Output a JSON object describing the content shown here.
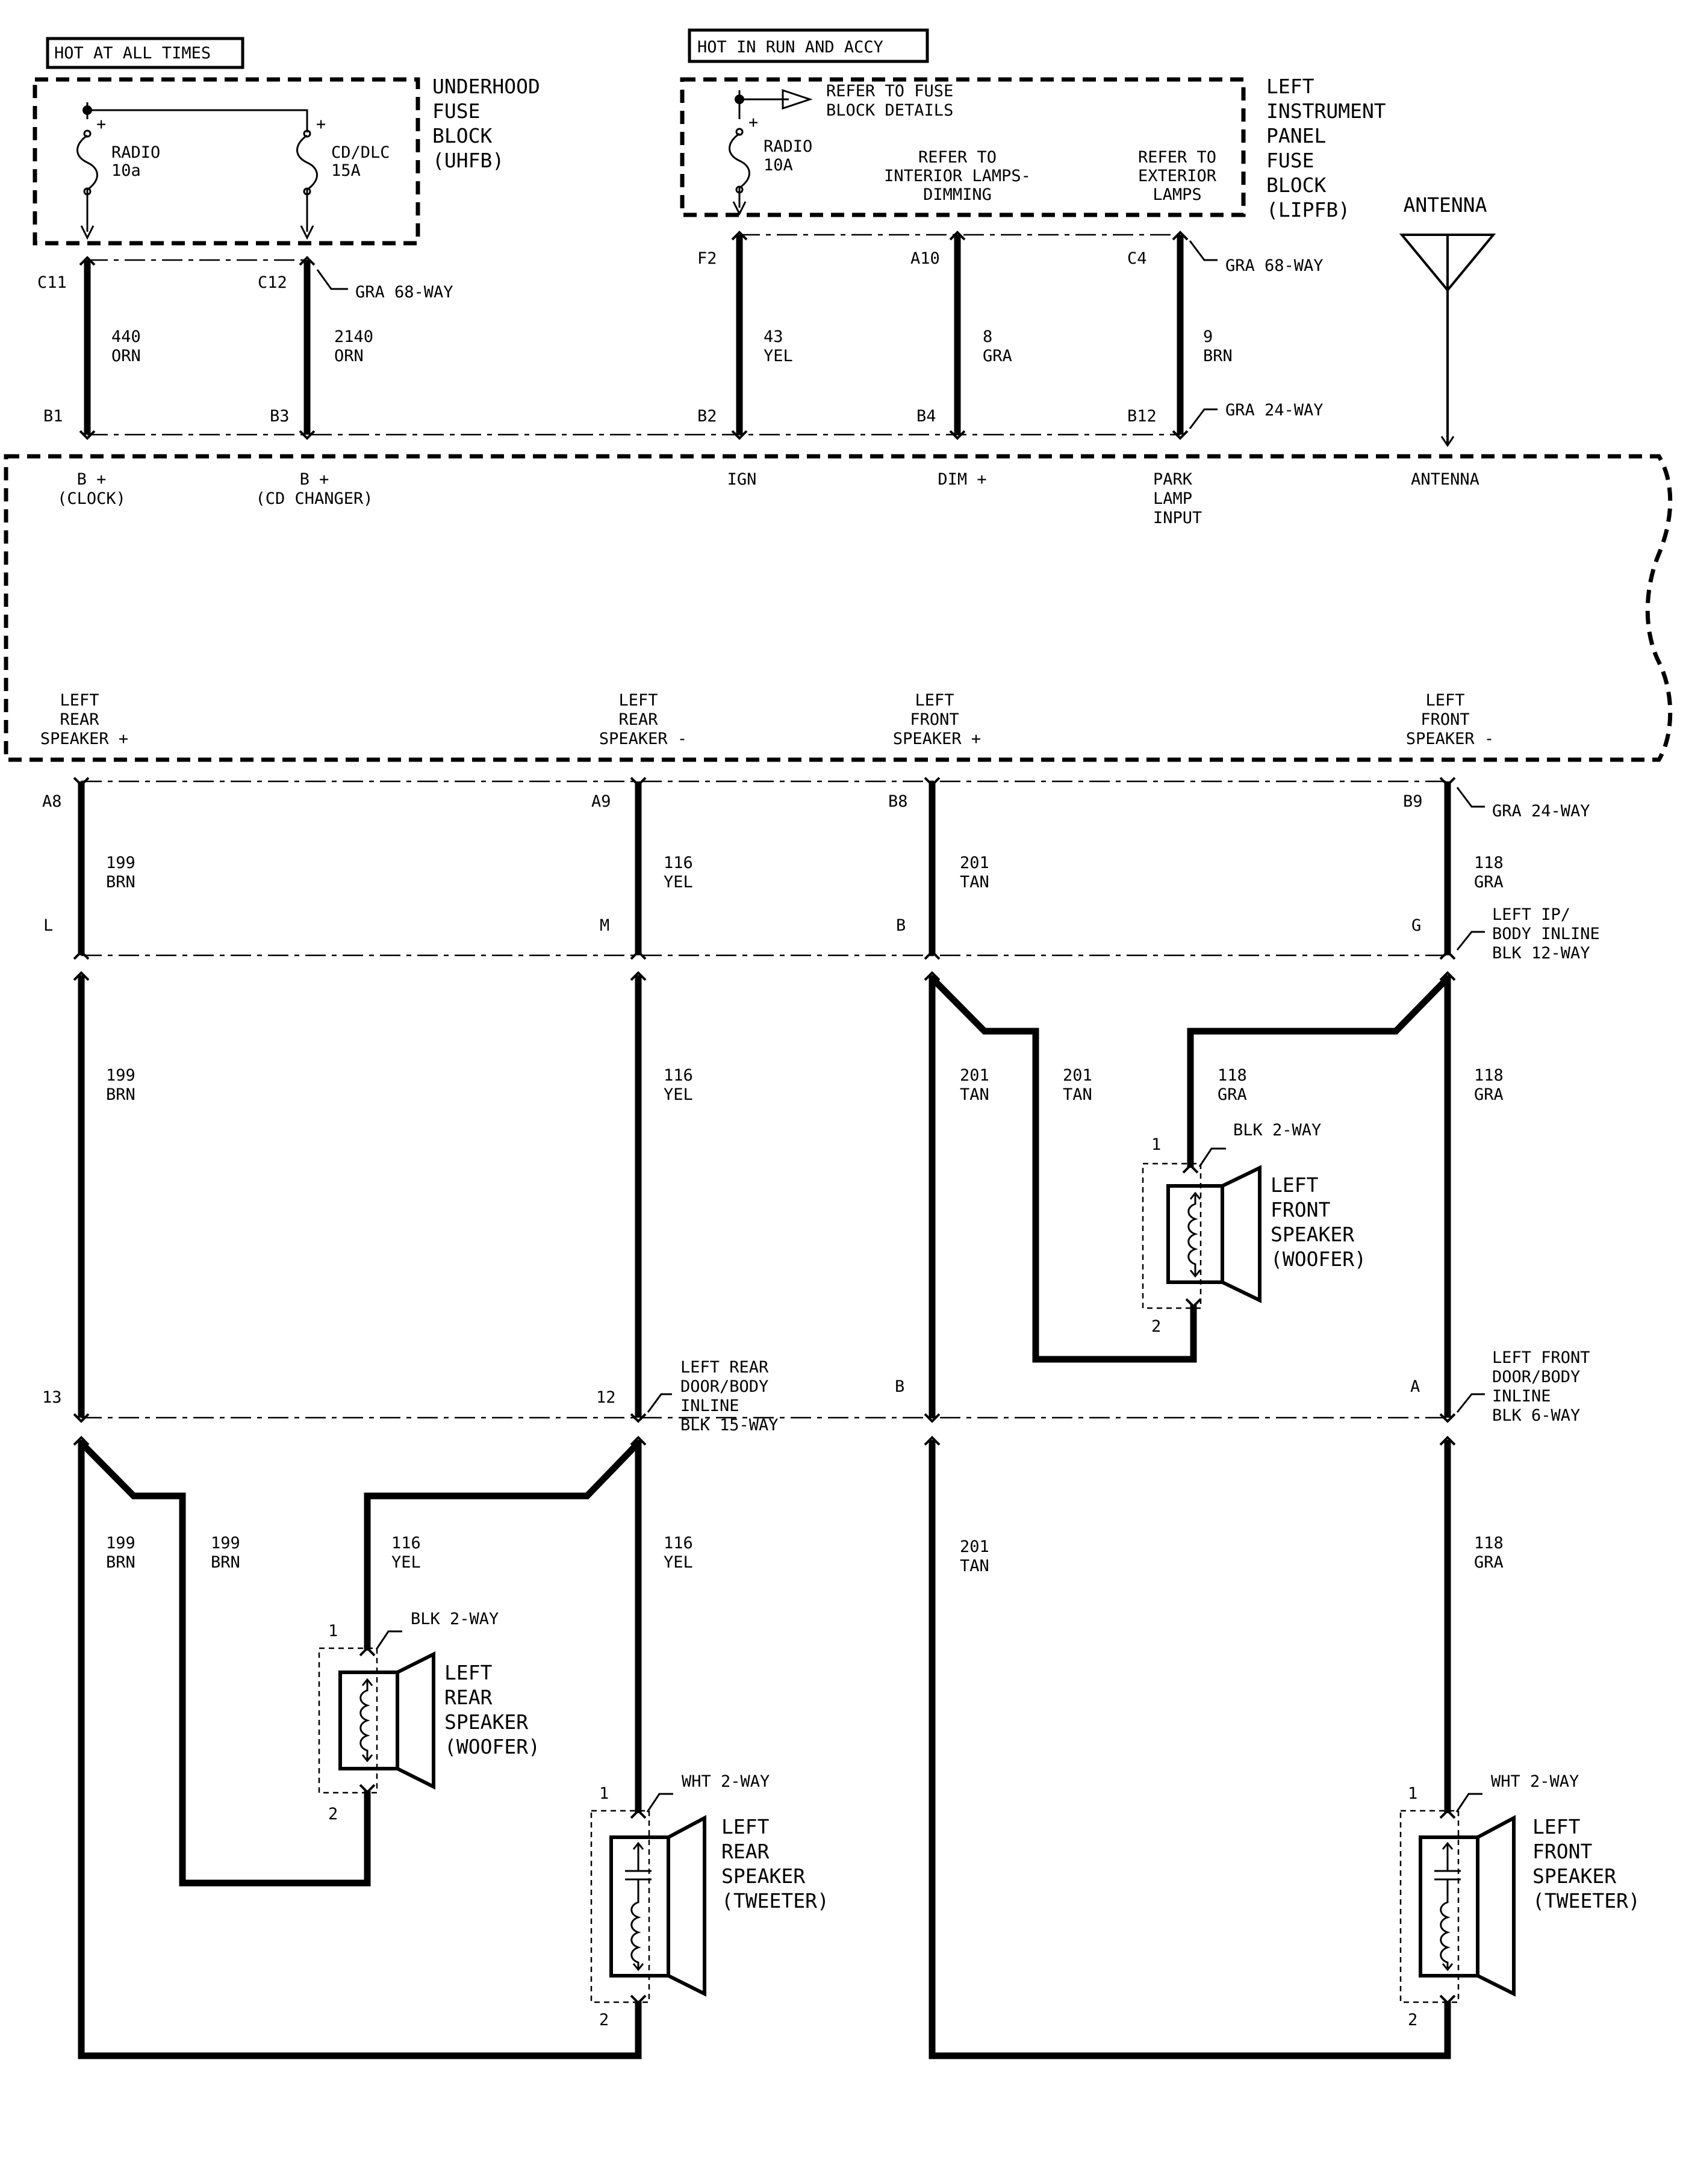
{
  "power": {
    "hot_at_all_times": "HOT AT ALL TIMES",
    "hot_in_run": "HOT IN RUN AND ACCY"
  },
  "uhfb": {
    "title": [
      "UNDERHOOD",
      "FUSE",
      "BLOCK",
      "(UHFB)"
    ],
    "fuse_radio": [
      "RADIO",
      "10a"
    ],
    "fuse_cd": [
      "CD/DLC",
      "15A"
    ]
  },
  "lipfb": {
    "title": [
      "LEFT",
      "INSTRUMENT",
      "PANEL",
      "FUSE",
      "BLOCK",
      "(LIPFB)"
    ],
    "refer_fuse": [
      "REFER TO FUSE",
      "BLOCK DETAILS"
    ],
    "fuse_radio": [
      "RADIO",
      "10A"
    ],
    "refer_interior": [
      "REFER TO",
      "INTERIOR LAMPS-",
      "DIMMING"
    ],
    "refer_exterior": [
      "REFER TO",
      "EXTERIOR",
      "LAMPS"
    ]
  },
  "antenna": {
    "label": "ANTENNA"
  },
  "connectors": {
    "gra68_uhfb": "GRA 68-WAY",
    "gra68_lipfb": "GRA 68-WAY",
    "gra24_top": "GRA 24-WAY",
    "gra24_bottom": "GRA 24-WAY",
    "ip_body": [
      "LEFT IP/",
      "BODY INLINE",
      "BLK 12-WAY"
    ],
    "rear_door": [
      "LEFT REAR",
      "DOOR/BODY",
      "INLINE",
      "BLK 15-WAY"
    ],
    "front_door": [
      "LEFT FRONT",
      "DOOR/BODY",
      "INLINE",
      "BLK 6-WAY"
    ],
    "woofer_front": "BLK 2-WAY",
    "woofer_rear": "BLK 2-WAY",
    "tweeter_rear": "WHT 2-WAY",
    "tweeter_front": "WHT 2-WAY"
  },
  "pins": {
    "c11": "C11",
    "c12": "C12",
    "f2": "F2",
    "a10": "A10",
    "c4": "C4",
    "b1": "B1",
    "b3": "B3",
    "b2": "B2",
    "b4": "B4",
    "b12": "B12",
    "a8": "A8",
    "a9": "A9",
    "b8": "B8",
    "b9": "B9",
    "l": "L",
    "m": "M",
    "b": "B",
    "g": "G",
    "p13": "13",
    "p12": "12",
    "pb": "B",
    "pa": "A",
    "wf1": "1",
    "wf2": "2",
    "wr1": "1",
    "wr2": "2",
    "tr1": "1",
    "tr2": "2",
    "tf1": "1",
    "tf2": "2"
  },
  "wires": {
    "w440": [
      "440",
      "ORN"
    ],
    "w2140": [
      "2140",
      "ORN"
    ],
    "w43": [
      "43",
      "YEL"
    ],
    "w8": [
      "8",
      "GRA"
    ],
    "w9": [
      "9",
      "BRN"
    ],
    "w199a": [
      "199",
      "BRN"
    ],
    "w116a": [
      "116",
      "YEL"
    ],
    "w201a": [
      "201",
      "TAN"
    ],
    "w118a": [
      "118",
      "GRA"
    ],
    "w199b": [
      "199",
      "BRN"
    ],
    "w116b": [
      "116",
      "YEL"
    ],
    "w201b": [
      "201",
      "TAN"
    ],
    "w201c": [
      "201",
      "TAN"
    ],
    "w118b": [
      "118",
      "GRA"
    ],
    "w118c": [
      "118",
      "GRA"
    ],
    "w199c": [
      "199",
      "BRN"
    ],
    "w199d": [
      "199",
      "BRN"
    ],
    "w116c": [
      "116",
      "YEL"
    ],
    "w116d": [
      "116",
      "YEL"
    ],
    "w201d": [
      "201",
      "TAN"
    ],
    "w118d": [
      "118",
      "GRA"
    ]
  },
  "radio": {
    "clock": [
      "B +",
      "(CLOCK)"
    ],
    "cd_changer": [
      "B +",
      "(CD CHANGER)"
    ],
    "ign": "IGN",
    "dim": "DIM +",
    "park": [
      "PARK",
      "LAMP",
      "INPUT"
    ],
    "antenna": "ANTENNA",
    "lr_plus": [
      "LEFT",
      "REAR",
      "SPEAKER +"
    ],
    "lr_minus": [
      "LEFT",
      "REAR",
      "SPEAKER -"
    ],
    "lf_plus": [
      "LEFT",
      "FRONT",
      "SPEAKER +"
    ],
    "lf_minus": [
      "LEFT",
      "FRONT",
      "SPEAKER -"
    ]
  },
  "speakers": {
    "front_woofer": [
      "LEFT",
      "FRONT",
      "SPEAKER",
      "(WOOFER)"
    ],
    "rear_woofer": [
      "LEFT",
      "REAR",
      "SPEAKER",
      "(WOOFER)"
    ],
    "rear_tweeter": [
      "LEFT",
      "REAR",
      "SPEAKER",
      "(TWEETER)"
    ],
    "front_tweeter": [
      "LEFT",
      "FRONT",
      "SPEAKER",
      "(TWEETER)"
    ]
  }
}
